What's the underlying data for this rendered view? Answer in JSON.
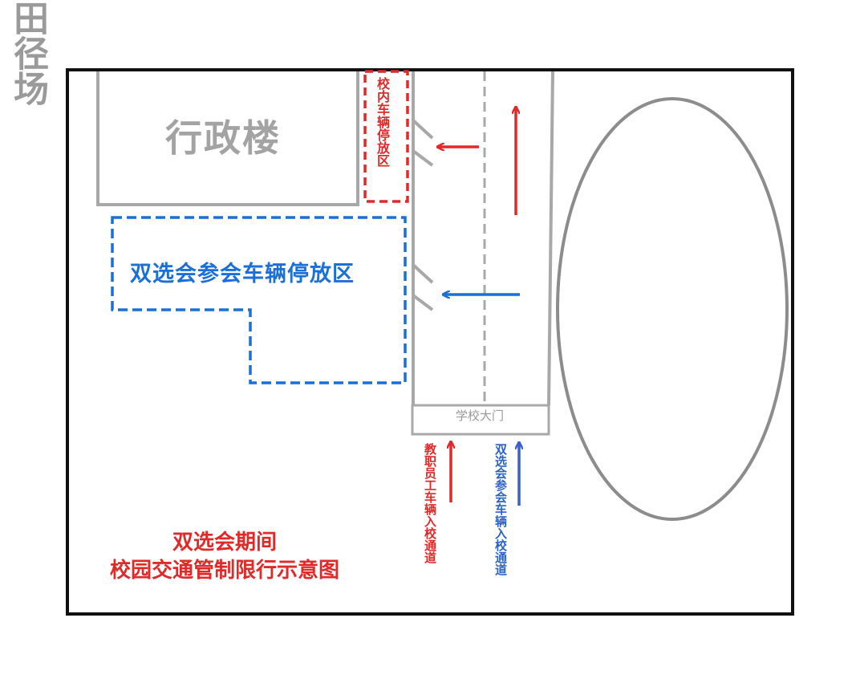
{
  "buildings": {
    "admin_building": "行政楼",
    "track_field": "田径场"
  },
  "parking": {
    "fair_parking_zone": "双选会参会车辆停放区",
    "staff_parking_zone": "校内车辆停放区"
  },
  "gate": {
    "label": "学校大门"
  },
  "entries": {
    "staff_entry": "教职员工车辆入校通道",
    "fair_entry": "双选会参会车辆入校通道"
  },
  "title": {
    "line1": "双选会期间",
    "line2": "校园交通管制限行示意图"
  },
  "colors": {
    "staff": "#e02a2a",
    "fair": "#1a6fd8",
    "structure": "#a8a8a8",
    "frame": "#111111"
  }
}
